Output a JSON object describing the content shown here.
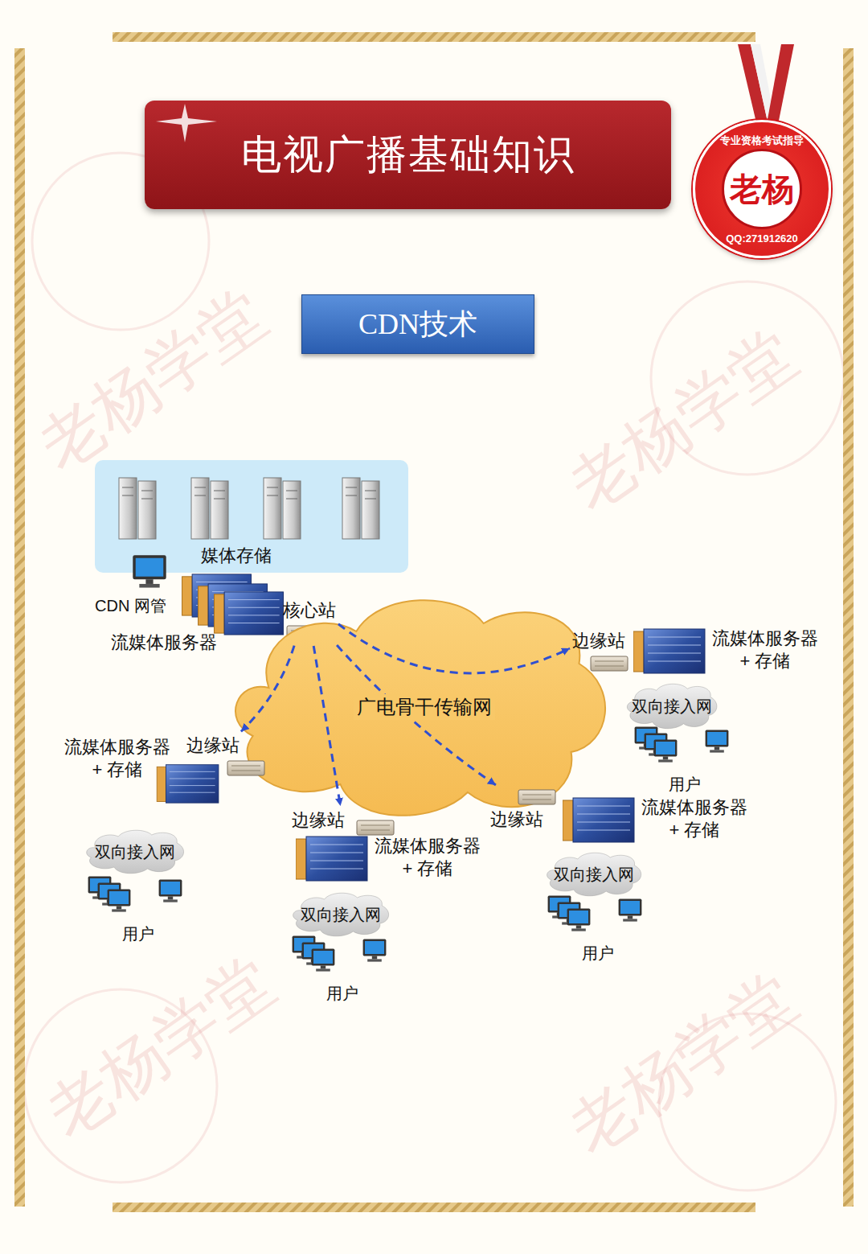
{
  "diagram": {
    "title": "电视广播基础知识",
    "nodes": [
      {
        "text": [
          "专业资格考试指导",
          "老杨",
          "QQ:271912620"
        ]
      },
      {
        "text": [
          "CDN技术"
        ]
      },
      {
        "text": [
          "媒体存储"
        ]
      },
      {
        "text": [
          "CDN 网管"
        ]
      },
      {
        "text": [
          "流媒体服务器"
        ]
      },
      {
        "text": [
          "核心站"
        ]
      },
      {
        "text": [
          "广电骨干传输网"
        ]
      },
      {
        "text": [
          "边缘站"
        ]
      },
      {
        "text": [
          "流媒体服务器 + 存储"
        ]
      },
      {
        "text": [
          "双向接入网"
        ]
      },
      {
        "text": [
          "用户"
        ]
      },
      {
        "text": [
          "边缘站"
        ]
      },
      {
        "text": [
          "流媒体服务器 + 存储"
        ]
      },
      {
        "text": [
          "双向接入网"
        ]
      },
      {
        "text": [
          "用户"
        ]
      },
      {
        "text": [
          "边缘站"
        ]
      },
      {
        "text": [
          "流媒体服务器 + 存储"
        ]
      },
      {
        "text": [
          "双向接入网"
        ]
      },
      {
        "text": [
          "用户"
        ]
      },
      {
        "text": [
          "边缘站"
        ]
      },
      {
        "text": [
          "流媒体服务器 + 存储"
        ]
      },
      {
        "text": [
          "双向接入网"
        ]
      },
      {
        "text": [
          "用户"
        ]
      }
    ],
    "edges": [
      {
        "from": 5,
        "to": 7,
        "arrow": "to"
      },
      {
        "from": 5,
        "to": 11,
        "arrow": "to"
      },
      {
        "from": 5,
        "to": 15,
        "arrow": "to"
      },
      {
        "from": 5,
        "to": 19,
        "arrow": "to"
      }
    ],
    "labels": [
      "老杨学堂",
      "老杨学堂",
      "老杨学堂",
      "老杨学堂"
    ]
  }
}
